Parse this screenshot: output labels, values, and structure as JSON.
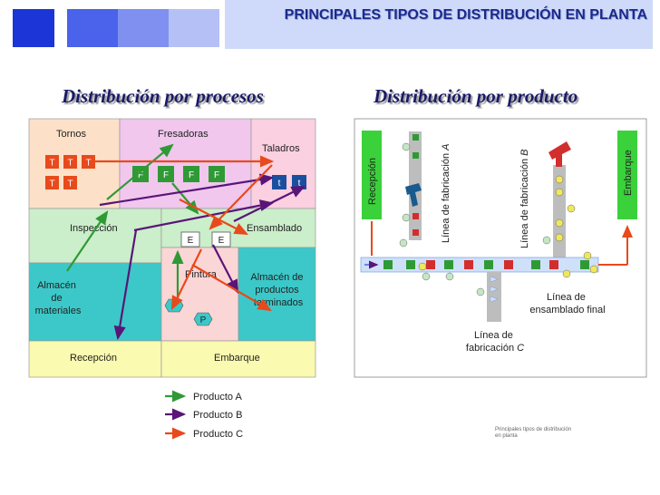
{
  "title": "PRINCIPALES TIPOS DE DISTRIBUCIÓN EN PLANTA",
  "process": {
    "heading": "Distribución por procesos",
    "areas": {
      "tornos": "Tornos",
      "fresadoras": "Fresadoras",
      "taladros": "Taladros",
      "inspeccion": "Inspección",
      "ensamblado": "Ensamblado",
      "almacen_materiales": [
        "Almacén",
        "de",
        "materiales"
      ],
      "pintura": "Pintura",
      "almacen_productos": [
        "Almacén de",
        "productos",
        "terminados"
      ],
      "recepcion": "Recepción",
      "embarque": "Embarque"
    },
    "machines": {
      "T": "T",
      "F": "F",
      "t": "t",
      "E": "E",
      "P": "P"
    },
    "legend": [
      "Producto A",
      "Producto B",
      "Producto C"
    ]
  },
  "product": {
    "heading": "Distribución por producto",
    "recepcion": "Recepción",
    "embarque": "Embarque",
    "line_a_prefix": "Línea de fabricación ",
    "line_a_letter": "A",
    "line_b_prefix": "Línea de fabricación ",
    "line_b_letter": "B",
    "line_c": [
      "Línea de",
      "fabricación "
    ],
    "line_c_letter": "C",
    "assembly": [
      "Línea de",
      "ensamblado final"
    ]
  },
  "footer": [
    "Principales tipos de distribución",
    "en planta"
  ],
  "colors": {
    "producto_a": "#2f9a35",
    "producto_b": "#5a1578",
    "producto_c": "#e84a1c",
    "accent": "#1a2a8c"
  }
}
